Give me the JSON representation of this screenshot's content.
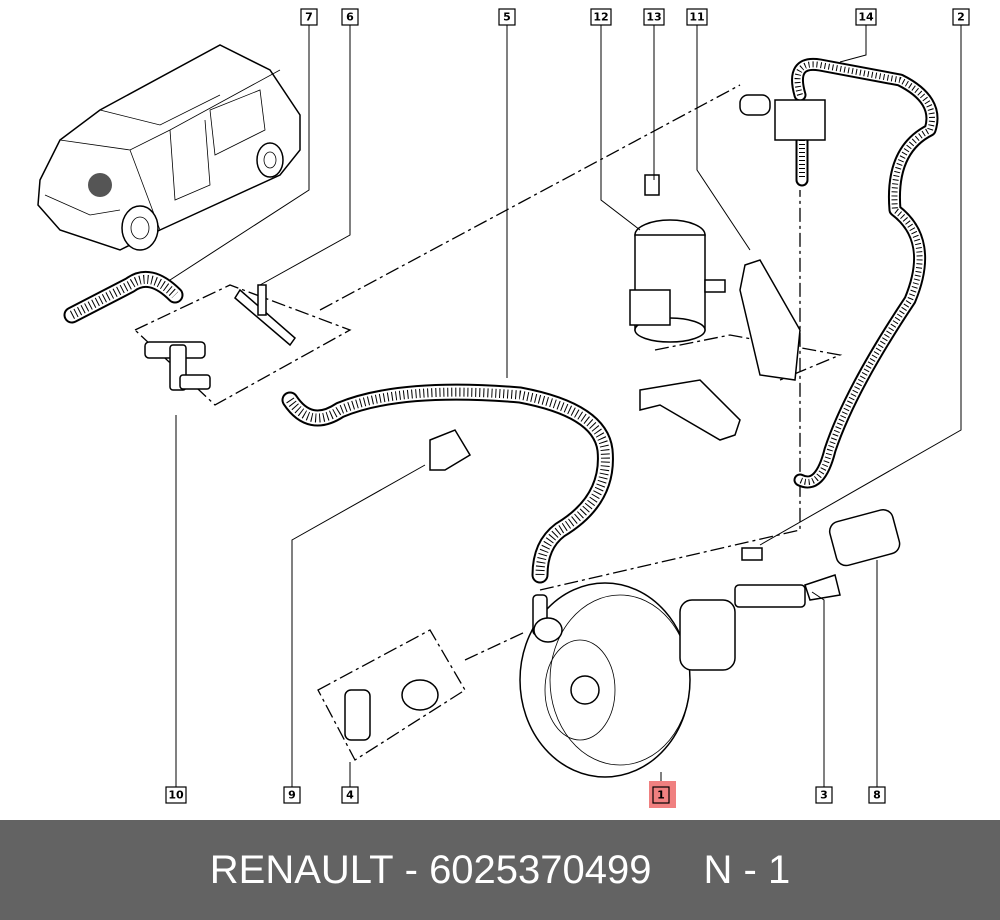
{
  "footer": {
    "brand": "RENAULT",
    "separator": " - ",
    "part_number": "6025370499",
    "position_label": "N - 1"
  },
  "callouts": {
    "c7": "7",
    "c6": "6",
    "c5": "5",
    "c12": "12",
    "c13": "13",
    "c11": "11",
    "c14": "14",
    "c2": "2",
    "c10": "10",
    "c9": "9",
    "c4": "4",
    "c1": "1",
    "c3": "3",
    "c8": "8"
  },
  "highlight_color": "#f08080",
  "footer_color": "#636363"
}
